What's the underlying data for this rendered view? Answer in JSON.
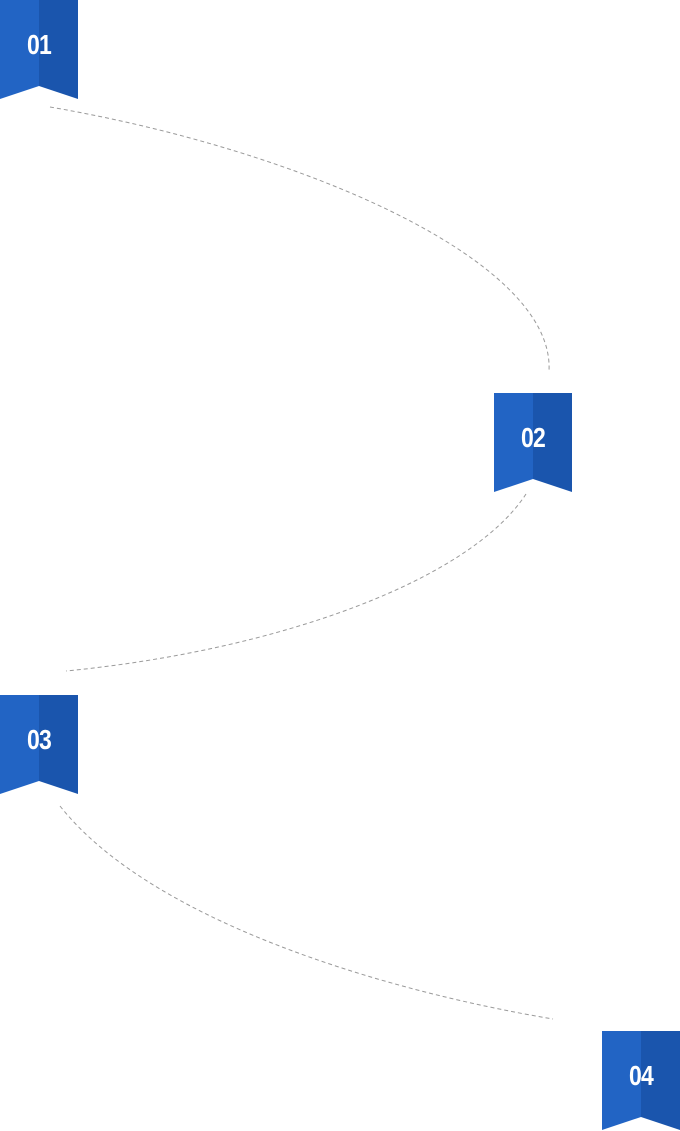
{
  "steps": [
    {
      "label": "01"
    },
    {
      "label": "02"
    },
    {
      "label": "03"
    },
    {
      "label": "04"
    }
  ],
  "colors": {
    "ribbon_light": "#2264c4",
    "ribbon_dark": "#1a55ad",
    "connector": "#9a9a9a",
    "background": "#ffffff"
  },
  "icons": {
    "step_marker": "bookmark-ribbon-icon"
  }
}
